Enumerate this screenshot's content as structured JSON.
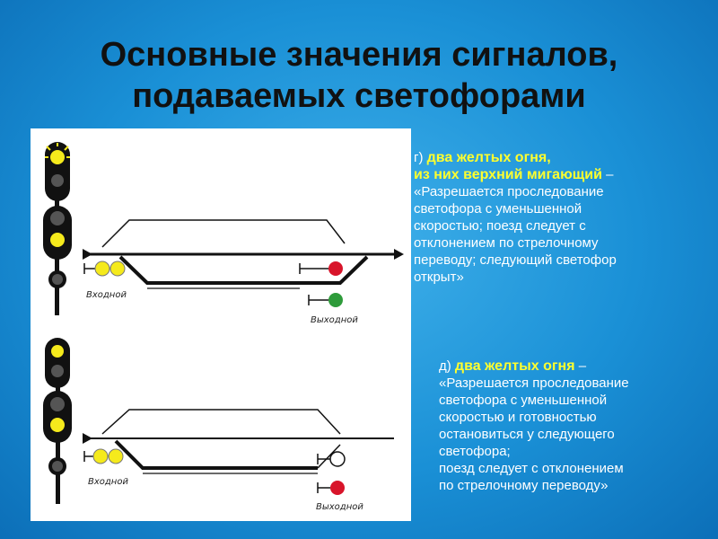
{
  "title": {
    "line1": "Основные значения сигналов,",
    "line2": "подаваемых светофорами"
  },
  "diagram_labels": {
    "entry": "Входной",
    "exit": "Выходной"
  },
  "block_g": {
    "prefix": "г)",
    "heading_line1": "два желтых огня,",
    "heading_line2": "из них верхний мигающий",
    "dash": "–",
    "lines": [
      "«Разрешается проследование",
      "светофора с уменьшенной",
      "скоростью; поезд следует с",
      "отклонением по стрелочному",
      "переводу; следующий светофор",
      "открыт»"
    ]
  },
  "block_d": {
    "prefix": "д)",
    "heading": "два желтых огня",
    "dash": "–",
    "lines": [
      "«Разрешается проследование",
      "светофора с уменьшенной",
      "скоростью и готовностью",
      "остановиться у следующего",
      "светофора;",
      "поезд следует с отклонением",
      "по стрелочному переводу»"
    ]
  },
  "colors": {
    "yellow": "#f5ea1c",
    "red": "#d8142a",
    "green": "#2e9b3a",
    "dark_lamp": "#555555",
    "highlight_text": "#ffff2e"
  }
}
